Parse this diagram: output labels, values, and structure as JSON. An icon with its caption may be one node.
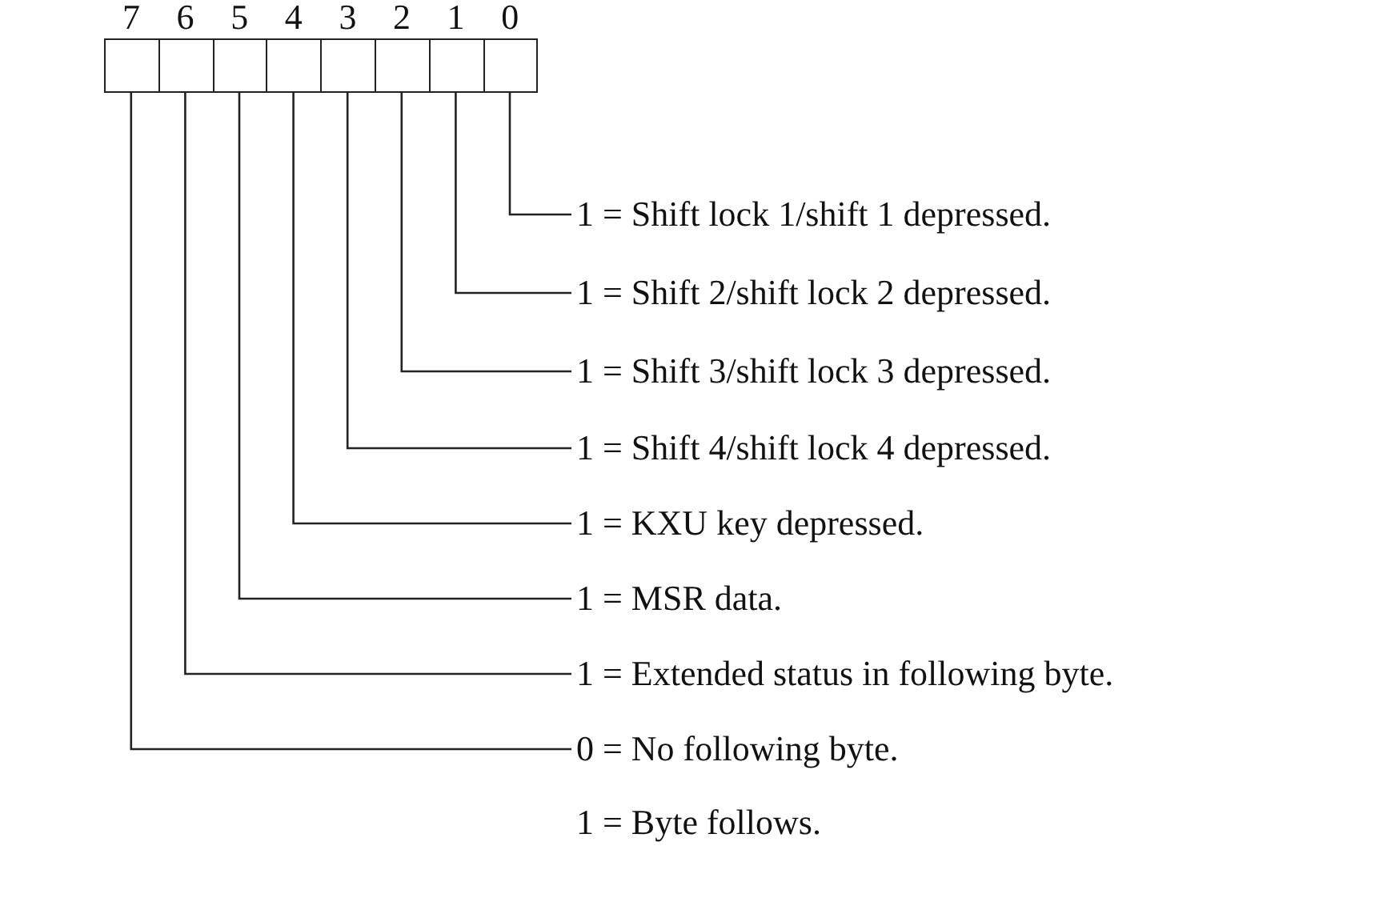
{
  "diagram": {
    "nodes": [
      {
        "text": [],
        "shape": "box"
      },
      {
        "text": [],
        "shape": "box"
      },
      {
        "text": [],
        "shape": "box"
      },
      {
        "text": [],
        "shape": "box"
      },
      {
        "text": [],
        "shape": "box"
      },
      {
        "text": [],
        "shape": "box"
      },
      {
        "text": [],
        "shape": "box"
      },
      {
        "text": [],
        "shape": "box"
      },
      {
        "text": [
          "1 = Shift lock 1/shift 1 depressed."
        ]
      },
      {
        "text": [
          "1 = Shift 2/shift lock 2 depressed."
        ]
      },
      {
        "text": [
          "1 = Shift 3/shift lock 3 depressed."
        ]
      },
      {
        "text": [
          "1 = Shift 4/shift lock 4 depressed."
        ]
      },
      {
        "text": [
          "1 = KXU key depressed."
        ]
      },
      {
        "text": [
          "1 = MSR data."
        ]
      },
      {
        "text": [
          "1 = Extended status in following byte."
        ]
      },
      {
        "text": [
          "0 = No following byte.",
          "1 = Byte follows."
        ]
      }
    ],
    "edges": [
      {
        "from": 8,
        "to": 7,
        "arrow": "none"
      },
      {
        "from": 9,
        "to": 6,
        "arrow": "none"
      },
      {
        "from": 10,
        "to": 5,
        "arrow": "none"
      },
      {
        "from": 11,
        "to": 4,
        "arrow": "none"
      },
      {
        "from": 12,
        "to": 3,
        "arrow": "none"
      },
      {
        "from": 13,
        "to": 2,
        "arrow": "none"
      },
      {
        "from": 14,
        "to": 1,
        "arrow": "none"
      },
      {
        "from": 15,
        "to": 0,
        "arrow": "none"
      }
    ],
    "labels": [
      "7",
      "6",
      "5",
      "4",
      "3",
      "2",
      "1",
      "0"
    ]
  }
}
